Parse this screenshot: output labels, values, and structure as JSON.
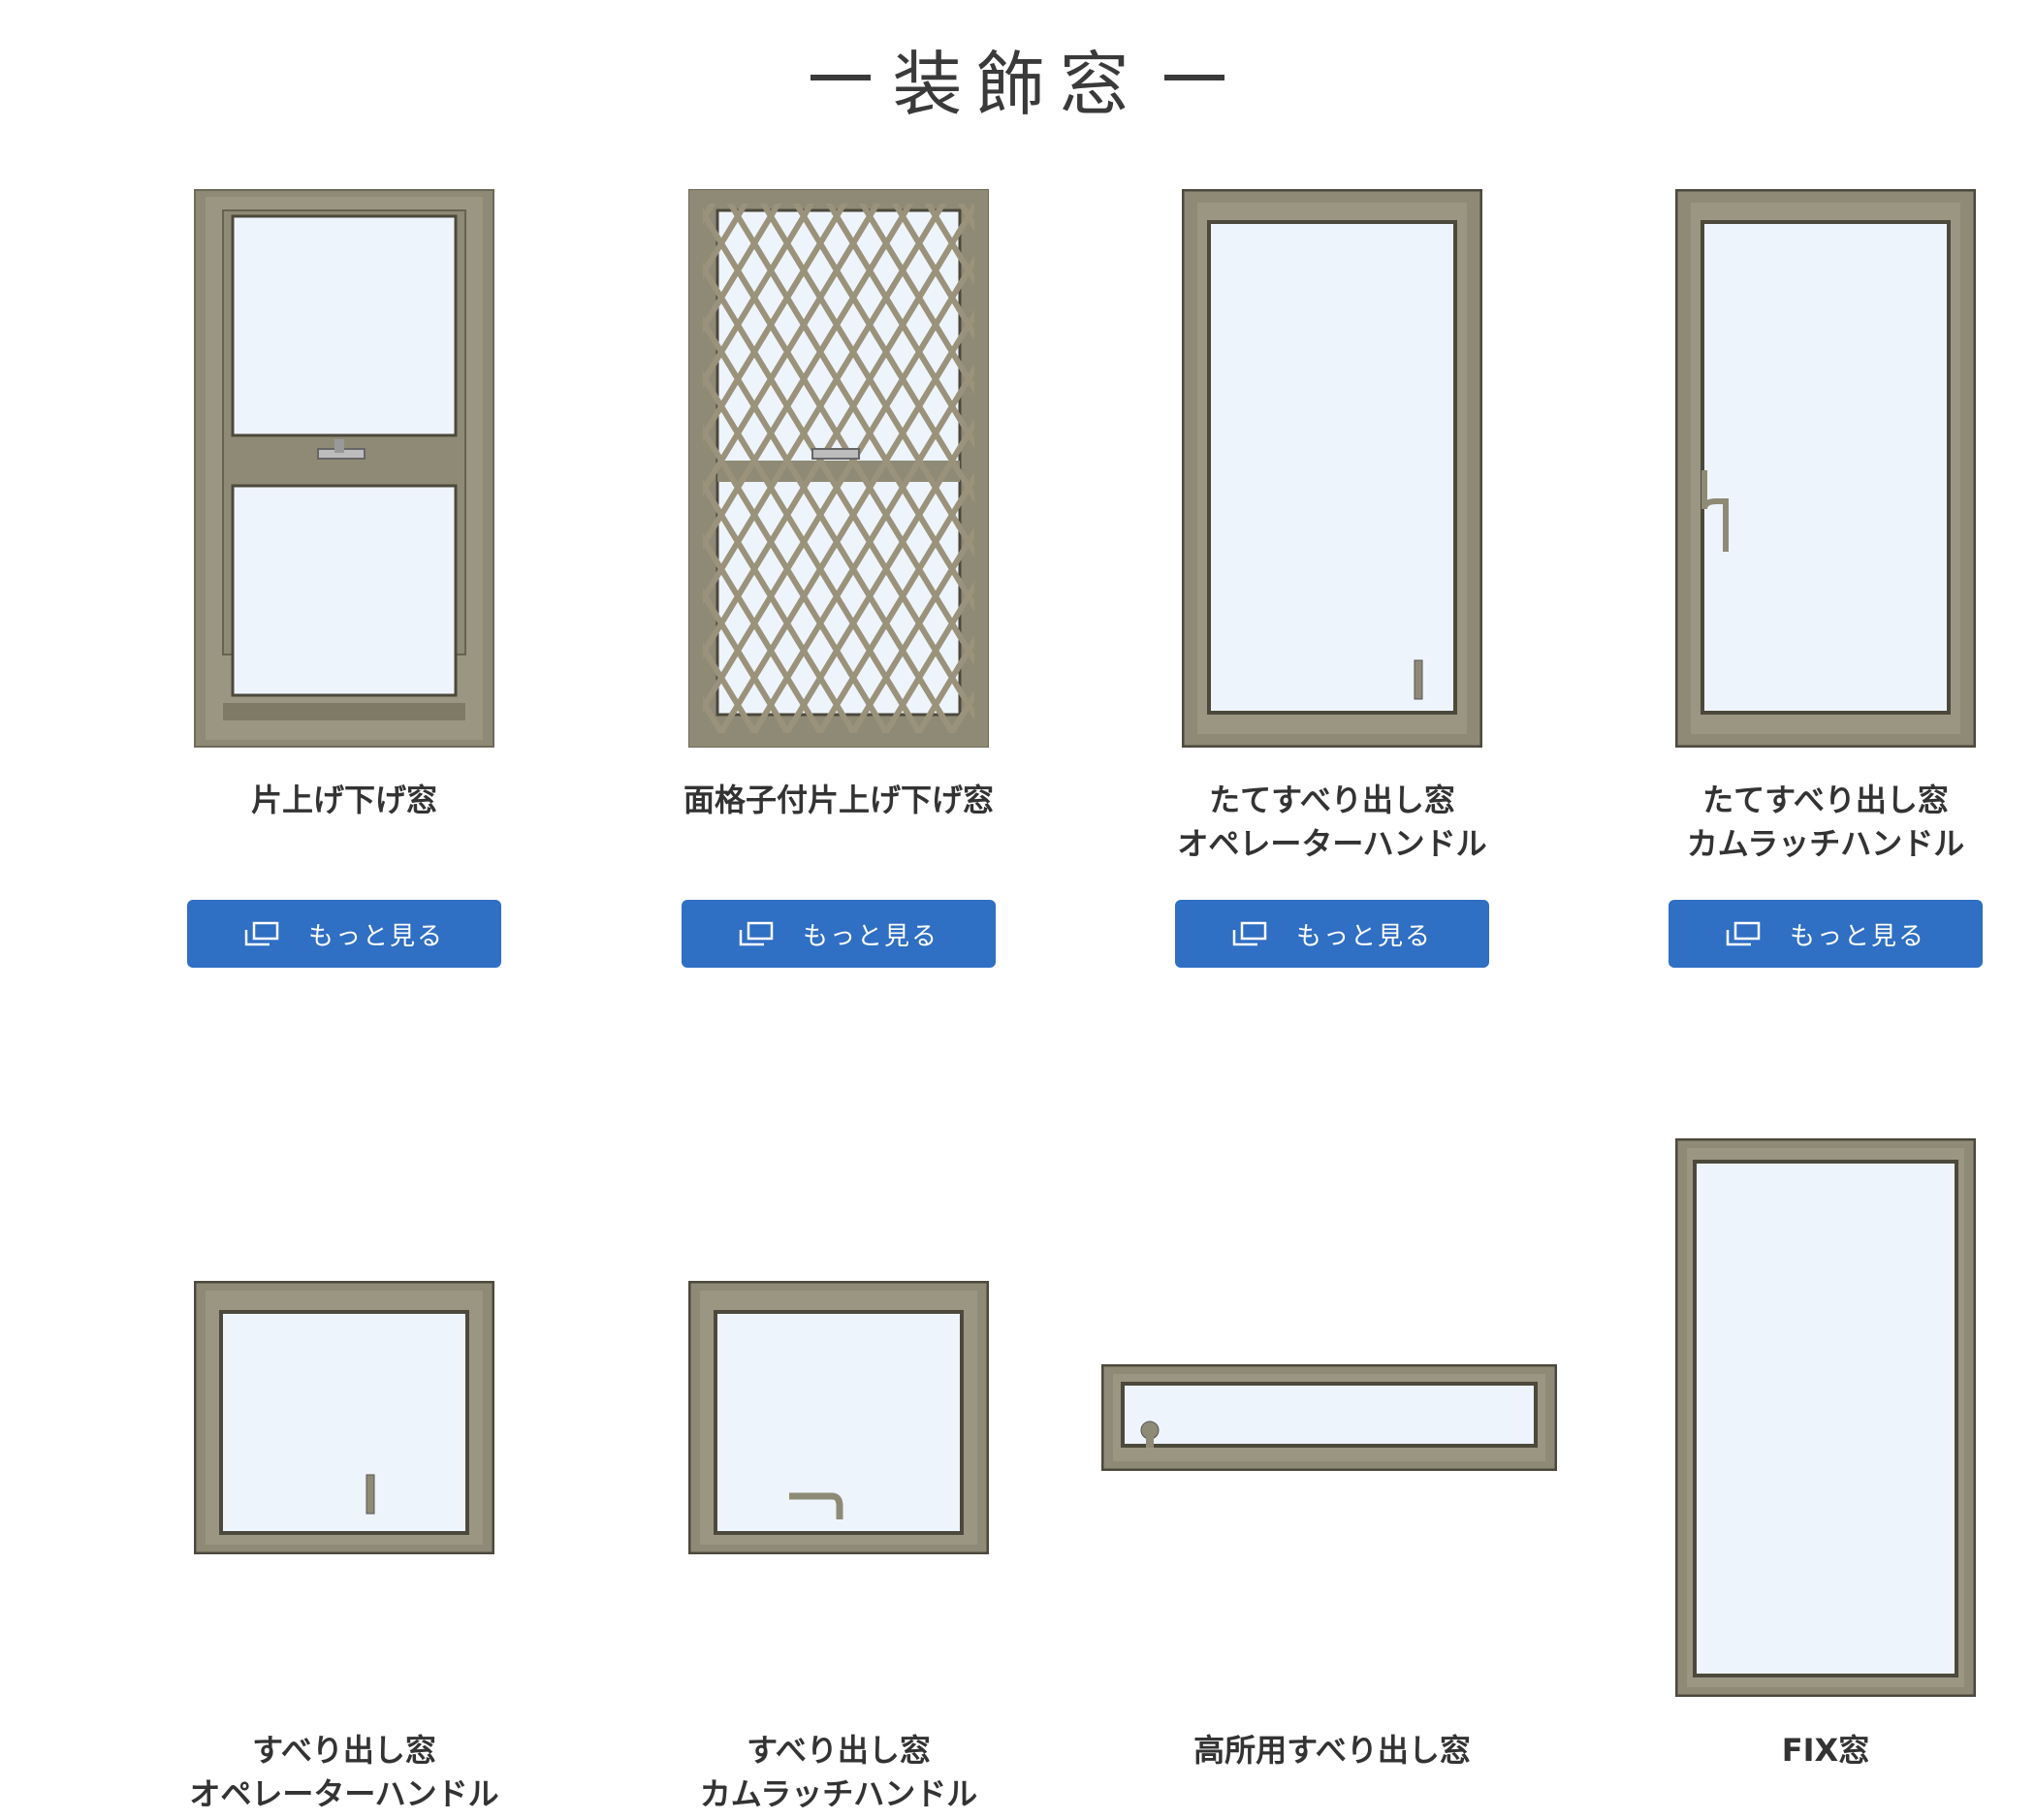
{
  "page": {
    "title": "装飾窓"
  },
  "colors": {
    "button": "#2f6fc4",
    "frame": "#8f8a76",
    "glass": "#eef4fb"
  },
  "more_icon": "new-window-icon",
  "items": [
    {
      "name_lines": [
        "片上げ下げ窓"
      ],
      "button_label": "もっと見る",
      "style": "double-hung"
    },
    {
      "name_lines": [
        "面格子付片上げ下げ窓"
      ],
      "button_label": "もっと見る",
      "style": "lattice-double-hung"
    },
    {
      "name_lines": [
        "たてすべり出し窓",
        "オペレーターハンドル"
      ],
      "button_label": "もっと見る",
      "style": "casement-operator"
    },
    {
      "name_lines": [
        "たてすべり出し窓",
        "カムラッチハンドル"
      ],
      "button_label": "もっと見る",
      "style": "casement-camlatch"
    },
    {
      "name_lines": [
        "すべり出し窓",
        "オペレーターハンドル"
      ],
      "style": "awning-operator"
    },
    {
      "name_lines": [
        "すべり出し窓",
        "カムラッチハンドル"
      ],
      "style": "awning-camlatch"
    },
    {
      "name_lines": [
        "高所用すべり出し窓"
      ],
      "style": "high-awning"
    },
    {
      "name_lines": [
        "FIX窓"
      ],
      "style": "fixed"
    }
  ]
}
